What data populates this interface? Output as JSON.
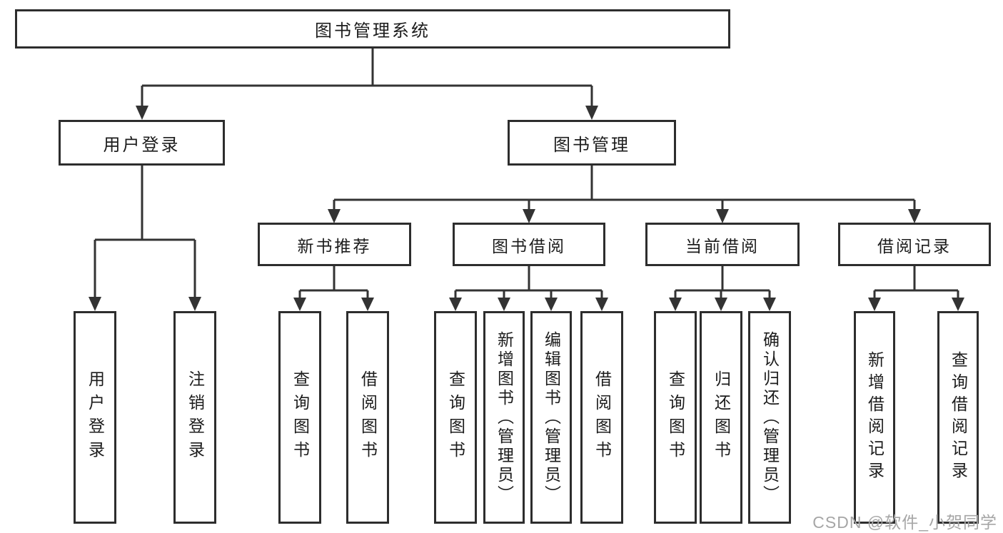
{
  "tree": {
    "root": {
      "label": "图书管理系统"
    },
    "branches": [
      {
        "label": "用户登录",
        "children": [
          {
            "label": "用户登录"
          },
          {
            "label": "注销登录"
          }
        ]
      },
      {
        "label": "图书管理",
        "groups": [
          {
            "label": "新书推荐",
            "children": [
              {
                "label": "查询图书"
              },
              {
                "label": "借阅图书"
              }
            ]
          },
          {
            "label": "图书借阅",
            "children": [
              {
                "label": "查询图书"
              },
              {
                "label": "新增图书（管理员）"
              },
              {
                "label": "编辑图书（管理员）"
              },
              {
                "label": "借阅图书"
              }
            ]
          },
          {
            "label": "当前借阅",
            "children": [
              {
                "label": "查询图书"
              },
              {
                "label": "归还图书"
              },
              {
                "label": "确认归还（管理员）"
              }
            ]
          },
          {
            "label": "借阅记录",
            "children": [
              {
                "label": "新增借阅记录"
              },
              {
                "label": "查询借阅记录"
              }
            ]
          }
        ]
      }
    ]
  },
  "watermark": "CSDN @软件_小贺同学",
  "colors": {
    "line": "#333333",
    "box_border": "#2d2d2d",
    "text": "#1c1c1c",
    "background": "#ffffff",
    "watermark": "#a6a6a6"
  }
}
